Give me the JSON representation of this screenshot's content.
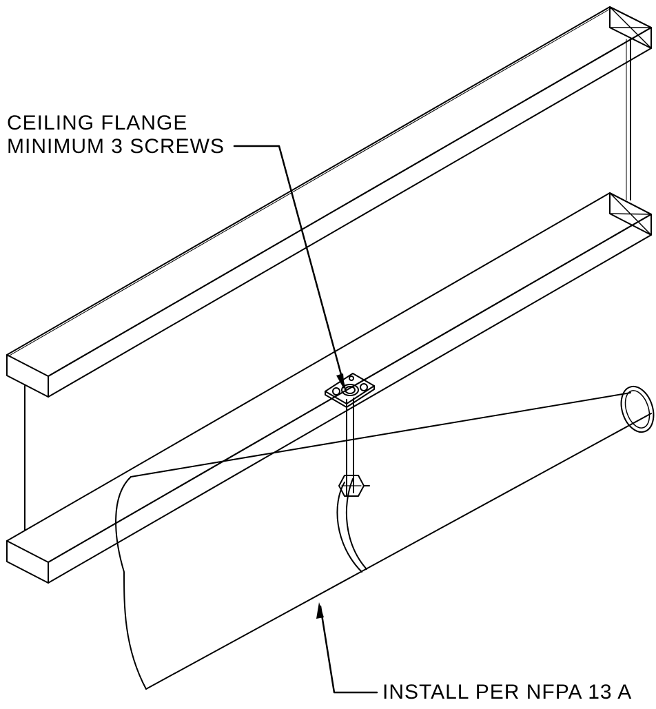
{
  "callouts": {
    "flange_line1": "CEILING FLANGE",
    "flange_line2": "MINIMUM 3 SCREWS",
    "install_note": "INSTALL PER NFPA 13 A"
  },
  "colors": {
    "line": "#000000",
    "background": "#ffffff"
  }
}
